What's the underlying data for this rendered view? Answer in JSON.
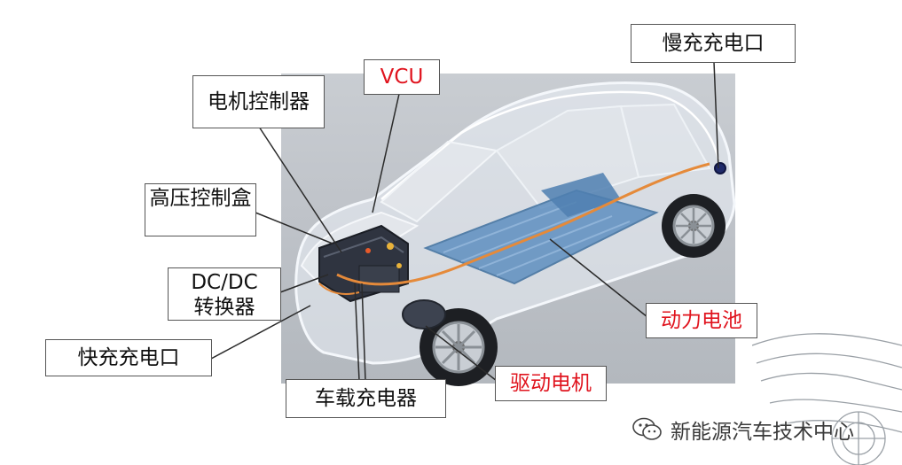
{
  "labels": {
    "slow_charge_port": "慢充充电口",
    "vcu": "VCU",
    "motor_controller": "电机控制器",
    "hv_control_box": "高压控制盒",
    "dcdc_line1": "DC/DC",
    "dcdc_line2": "转换器",
    "fast_charge_port": "快充充电口",
    "onboard_charger": "车载充电器",
    "drive_motor": "驱动电机",
    "power_battery": "动力电池"
  },
  "watermark": {
    "text": "新能源汽车技术中心",
    "icon": "wechat-icon"
  },
  "colors": {
    "highlight_text": "#e0141e",
    "normal_text": "#111111"
  }
}
